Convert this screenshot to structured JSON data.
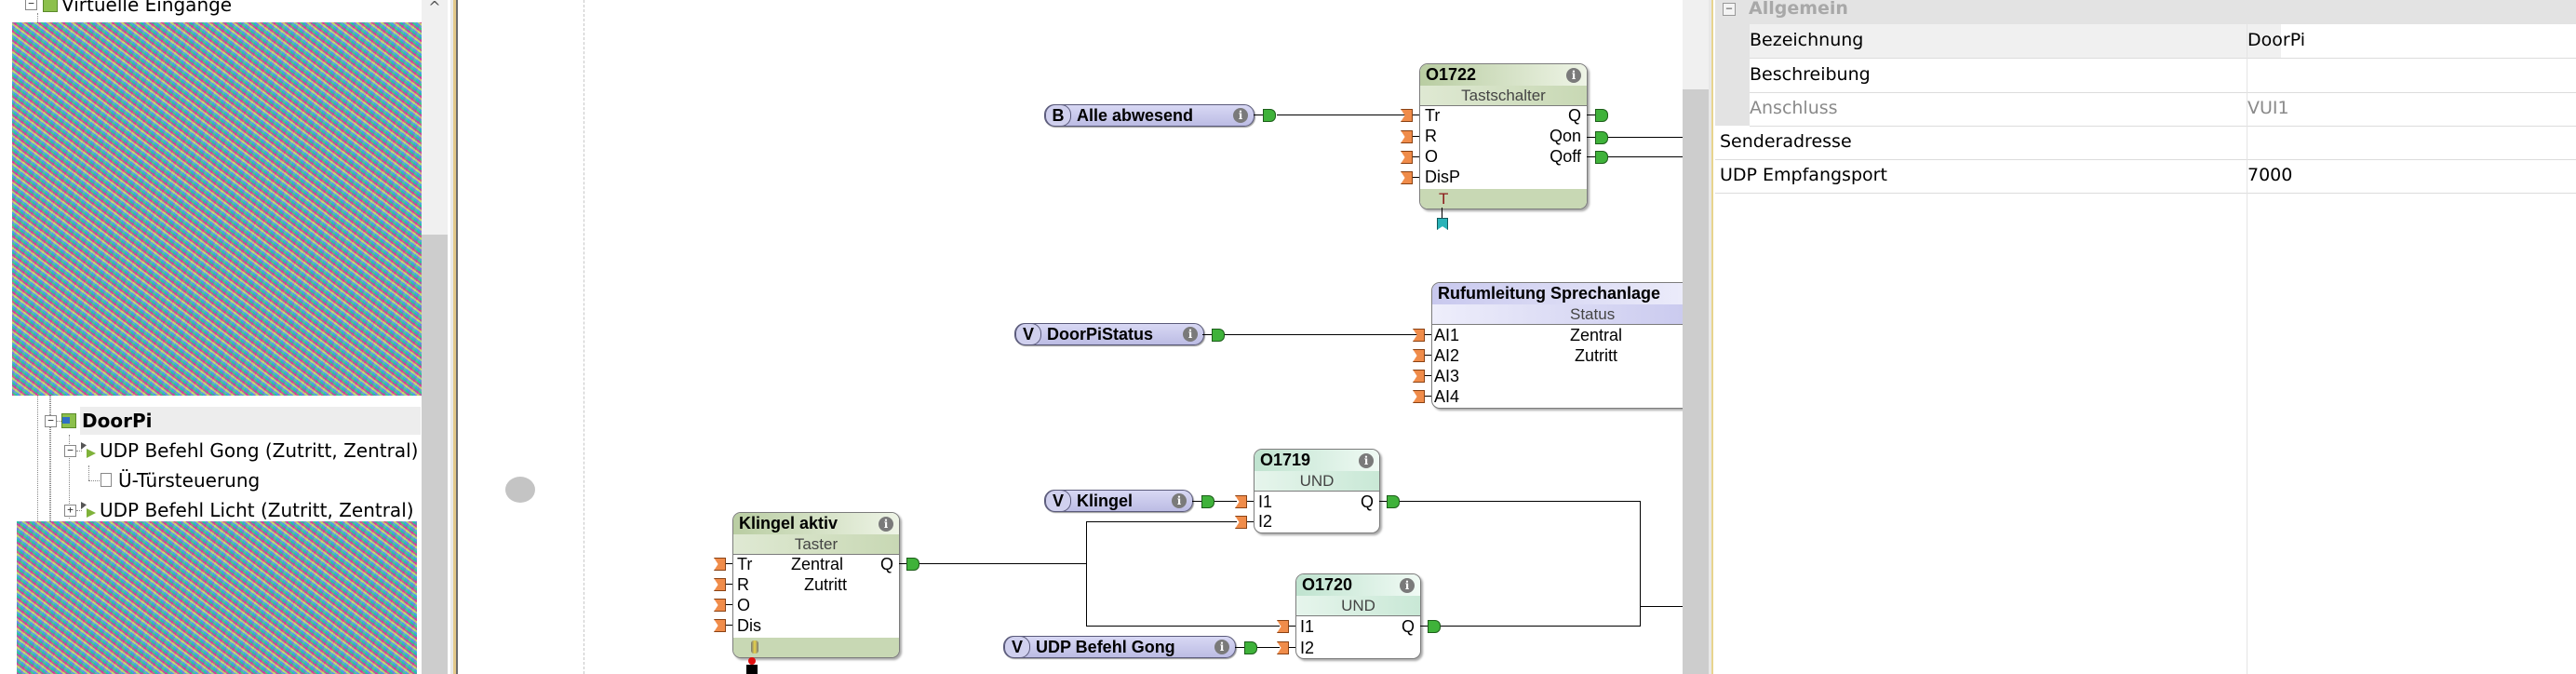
{
  "tree": {
    "top_item": {
      "label": "Virtuelle Eingänge",
      "expanded": true
    },
    "selected_item": {
      "label": "DoorPi",
      "expanded": true
    },
    "children": [
      {
        "label": "UDP Befehl Gong (Zutritt, Zentral)",
        "expanded": true,
        "children": [
          {
            "label": "Ü-Türsteuerung"
          }
        ]
      },
      {
        "label": "UDP Befehl Licht (Zutritt, Zentral)",
        "expanded": false
      }
    ],
    "toggle_expanded": "−",
    "toggle_collapsed": "+",
    "scroll_up_glyph": "^",
    "redacted_regions": 2
  },
  "canvas": {
    "pills": [
      {
        "kind": "B",
        "name": "Alle abwesend"
      },
      {
        "kind": "V",
        "name": "DoorPiStatus"
      },
      {
        "kind": "V",
        "name": "Klingel"
      },
      {
        "kind": "V",
        "name": "UDP Befehl Gong"
      }
    ],
    "info_glyph": "i",
    "blocks": {
      "o1722": {
        "id": "O1722",
        "type": "Tastschalter",
        "inputs": [
          "Tr",
          "R",
          "O",
          "DisP"
        ],
        "outputs": [
          "Q",
          "Qon",
          "Qoff"
        ],
        "footer": "T"
      },
      "rufumleitung": {
        "id": "Rufumleitung Sprechanlage",
        "type": "Status",
        "inputs": [
          "AI1",
          "AI2",
          "AI3",
          "AI4"
        ],
        "values": [
          "Zentral",
          "Zutritt"
        ]
      },
      "klingel_aktiv": {
        "id": "Klingel aktiv",
        "type": "Taster",
        "inputs": [
          "Tr",
          "R",
          "O",
          "Dis"
        ],
        "outputs": [
          "Q"
        ],
        "values": [
          "Zentral",
          "Zutritt"
        ]
      },
      "o1719": {
        "id": "O1719",
        "type": "UND",
        "inputs": [
          "I1",
          "I2"
        ],
        "outputs": [
          "Q"
        ]
      },
      "o1720": {
        "id": "O1720",
        "type": "UND",
        "inputs": [
          "I1",
          "I2"
        ],
        "outputs": [
          "Q"
        ]
      }
    }
  },
  "properties": {
    "group": {
      "label": "Allgemein",
      "toggle": "−"
    },
    "rows": [
      {
        "name": "Bezeichnung",
        "value": "DoorPi"
      },
      {
        "name": "Beschreibung",
        "value": ""
      },
      {
        "name": "Anschluss",
        "value": "VUI1"
      },
      {
        "name": "Senderadresse",
        "value": ""
      },
      {
        "name": "UDP Empfangsport",
        "value": "7000"
      }
    ]
  }
}
